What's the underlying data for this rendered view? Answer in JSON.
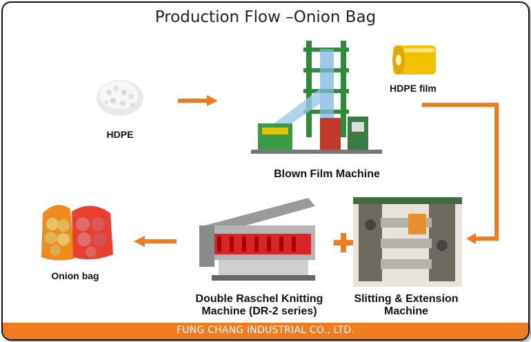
{
  "title": "Production Flow –Onion Bag",
  "nodes": {
    "hdpe": "HDPE",
    "hdpe_film": "HDPE film",
    "blown_film_machine": "Blown Film Machine",
    "onion_bag": "Onion bag",
    "double_raschel_line1": "Double Raschel Knitting",
    "double_raschel_line2": "Machine (DR-2 series)",
    "slitting_line1": "Slitting & Extension",
    "slitting_line2": "Machine"
  },
  "footer": "FUNG CHANG INDUSTRIAL CO., LTD.",
  "colors": {
    "arrow": "#f07c21",
    "footer_bg": "#f07c21",
    "machine_green": "#2e8b3a",
    "raschel_red": "#d8252a"
  }
}
